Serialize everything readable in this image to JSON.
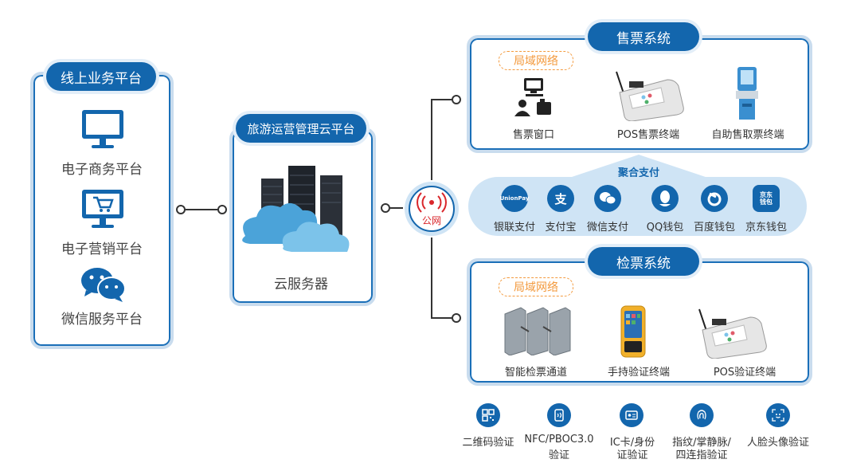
{
  "online_platform": {
    "title": "线上业务平台",
    "items": [
      "电子商务平台",
      "电子营销平台",
      "微信服务平台"
    ]
  },
  "cloud_platform": {
    "title": "旅游运营管理云平台",
    "server_label": "云服务器"
  },
  "hub": {
    "label": "公网"
  },
  "ticket_sales": {
    "title": "售票系统",
    "lan_label": "局域网络",
    "items": [
      "售票窗口",
      "POS售票终端",
      "自助售取票终端"
    ]
  },
  "aggregate_payment": {
    "title": "聚合支付",
    "items": [
      {
        "label": "银联支付",
        "icon": "unionpay-icon"
      },
      {
        "label": "支付宝",
        "icon": "alipay-icon"
      },
      {
        "label": "微信支付",
        "icon": "wechat-pay-icon"
      },
      {
        "label": "QQ钱包",
        "icon": "qq-wallet-icon"
      },
      {
        "label": "百度钱包",
        "icon": "baidu-wallet-icon"
      },
      {
        "label": "京东钱包",
        "icon": "jd-wallet-icon"
      }
    ],
    "icon_texts": {
      "unionpay": "UnionPay",
      "alipay": "支",
      "jd": "京东钱包"
    }
  },
  "ticket_check": {
    "title": "检票系统",
    "lan_label": "局域网络",
    "items": [
      "智能检票通道",
      "手持验证终端",
      "POS验证终端"
    ]
  },
  "verification_methods": [
    {
      "line1": "二维码验证",
      "line2": "",
      "icon": "qr-code-icon"
    },
    {
      "line1": "NFC/PBOC3.0",
      "line2": "验证",
      "icon": "nfc-icon"
    },
    {
      "line1": "IC卡/身份",
      "line2": "证验证",
      "icon": "id-card-icon"
    },
    {
      "line1": "指纹/掌静脉/",
      "line2": "四连指验证",
      "icon": "fingerprint-icon"
    },
    {
      "line1": "人脸头像验证",
      "line2": "",
      "icon": "face-icon"
    }
  ],
  "colors": {
    "primary": "#1366ad",
    "border_light": "#c9dcee",
    "lan_orange": "#f39a3e",
    "hub_red": "#d9262b",
    "payment_band": "#cfe4f5"
  }
}
